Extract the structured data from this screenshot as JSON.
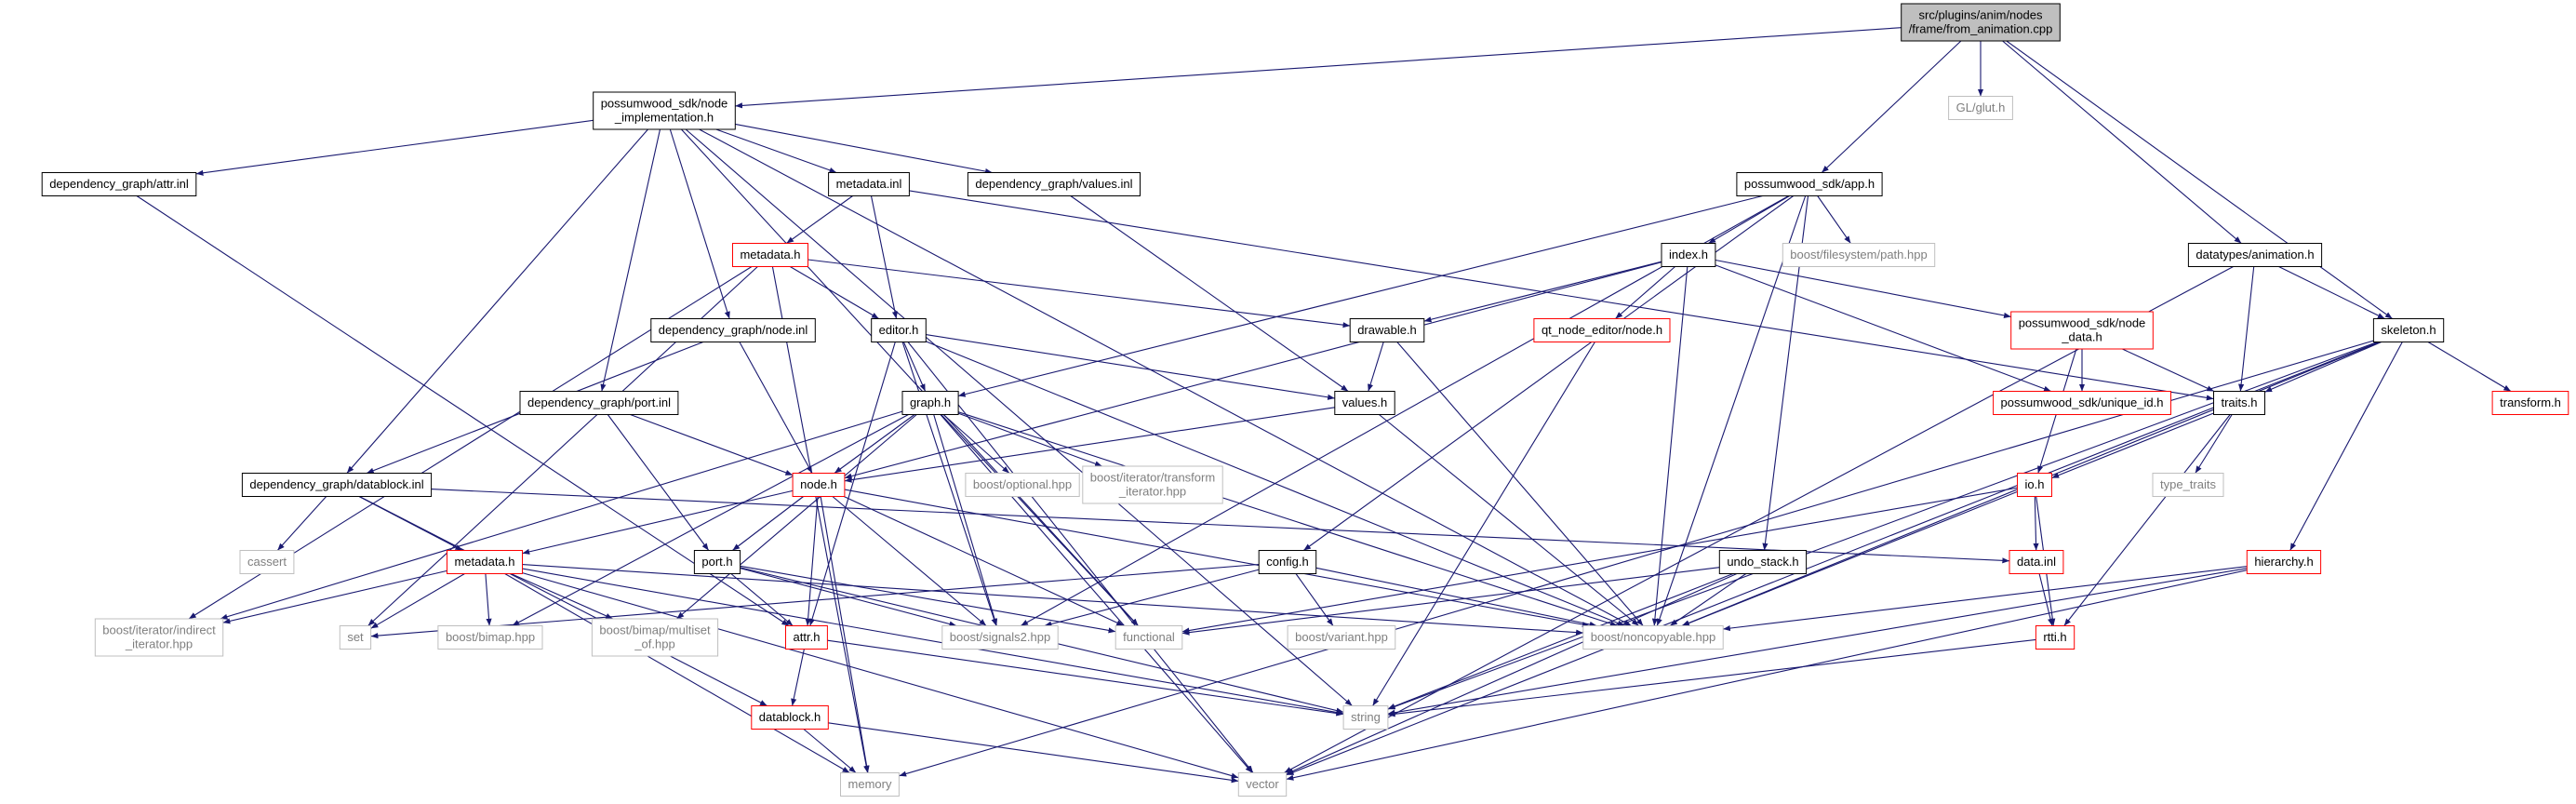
{
  "colors": {
    "edge": "#191970",
    "root_fill": "#bfbfbf",
    "border_normal": "#000000",
    "border_incomplete": "#ff0000",
    "border_external": "#bfbfbf",
    "text_normal": "#000000",
    "text_external": "#7f7f7f"
  },
  "nodes": [
    {
      "id": "root",
      "lines": [
        "src/plugins/anim/nodes",
        "/frame/from_animation.cpp"
      ],
      "style": "root"
    },
    {
      "id": "node_impl",
      "lines": [
        "possumwood_sdk/node",
        "_implementation.h"
      ],
      "style": "normal"
    },
    {
      "id": "gl_glut",
      "lines": [
        "GL/glut.h"
      ],
      "style": "external"
    },
    {
      "id": "attr_inl",
      "lines": [
        "dependency_graph/attr.inl"
      ],
      "style": "normal"
    },
    {
      "id": "metadata_inl",
      "lines": [
        "metadata.inl"
      ],
      "style": "normal"
    },
    {
      "id": "values_inl",
      "lines": [
        "dependency_graph/values.inl"
      ],
      "style": "normal"
    },
    {
      "id": "app_h",
      "lines": [
        "possumwood_sdk/app.h"
      ],
      "style": "normal"
    },
    {
      "id": "boost_fs",
      "lines": [
        "boost/filesystem/path.hpp"
      ],
      "style": "external"
    },
    {
      "id": "anim_h",
      "lines": [
        "datatypes/animation.h"
      ],
      "style": "normal"
    },
    {
      "id": "metadata_h1",
      "lines": [
        "metadata.h"
      ],
      "style": "incomplete"
    },
    {
      "id": "index_h",
      "lines": [
        "index.h"
      ],
      "style": "normal"
    },
    {
      "id": "node_inl",
      "lines": [
        "dependency_graph/node.inl"
      ],
      "style": "normal"
    },
    {
      "id": "editor_h",
      "lines": [
        "editor.h"
      ],
      "style": "normal"
    },
    {
      "id": "drawable_h",
      "lines": [
        "drawable.h"
      ],
      "style": "normal"
    },
    {
      "id": "qt_node",
      "lines": [
        "qt_node_editor/node.h"
      ],
      "style": "incomplete"
    },
    {
      "id": "node_data",
      "lines": [
        "possumwood_sdk/node",
        "_data.h"
      ],
      "style": "incomplete"
    },
    {
      "id": "skeleton_h",
      "lines": [
        "skeleton.h"
      ],
      "style": "normal"
    },
    {
      "id": "port_inl",
      "lines": [
        "dependency_graph/port.inl"
      ],
      "style": "normal"
    },
    {
      "id": "graph_h",
      "lines": [
        "graph.h"
      ],
      "style": "normal"
    },
    {
      "id": "values_h",
      "lines": [
        "values.h"
      ],
      "style": "normal"
    },
    {
      "id": "unique_id",
      "lines": [
        "possumwood_sdk/unique_id.h"
      ],
      "style": "incomplete"
    },
    {
      "id": "traits_h",
      "lines": [
        "traits.h"
      ],
      "style": "normal"
    },
    {
      "id": "transform_h",
      "lines": [
        "transform.h"
      ],
      "style": "incomplete"
    },
    {
      "id": "datablock_inl",
      "lines": [
        "dependency_graph/datablock.inl"
      ],
      "style": "normal"
    },
    {
      "id": "node_h",
      "lines": [
        "node.h"
      ],
      "style": "incomplete"
    },
    {
      "id": "boost_opt",
      "lines": [
        "boost/optional.hpp"
      ],
      "style": "external"
    },
    {
      "id": "boost_transform",
      "lines": [
        "boost/iterator/transform",
        "_iterator.hpp"
      ],
      "style": "external"
    },
    {
      "id": "type_traits",
      "lines": [
        "type_traits"
      ],
      "style": "external"
    },
    {
      "id": "io_h",
      "lines": [
        "io.h"
      ],
      "style": "incomplete"
    },
    {
      "id": "cassert",
      "lines": [
        "cassert"
      ],
      "style": "external"
    },
    {
      "id": "metadata_h2",
      "lines": [
        "metadata.h"
      ],
      "style": "incomplete"
    },
    {
      "id": "port_h",
      "lines": [
        "port.h"
      ],
      "style": "normal"
    },
    {
      "id": "config_h",
      "lines": [
        "config.h"
      ],
      "style": "normal"
    },
    {
      "id": "undo_stack",
      "lines": [
        "undo_stack.h"
      ],
      "style": "normal"
    },
    {
      "id": "data_inl",
      "lines": [
        "data.inl"
      ],
      "style": "incomplete"
    },
    {
      "id": "hierarchy_h",
      "lines": [
        "hierarchy.h"
      ],
      "style": "incomplete"
    },
    {
      "id": "boost_indirect",
      "lines": [
        "boost/iterator/indirect",
        "_iterator.hpp"
      ],
      "style": "external"
    },
    {
      "id": "set",
      "lines": [
        "set"
      ],
      "style": "external"
    },
    {
      "id": "boost_bimap",
      "lines": [
        "boost/bimap.hpp"
      ],
      "style": "external"
    },
    {
      "id": "boost_multiset",
      "lines": [
        "boost/bimap/multiset",
        "_of.hpp"
      ],
      "style": "external"
    },
    {
      "id": "attr_h",
      "lines": [
        "attr.h"
      ],
      "style": "incomplete"
    },
    {
      "id": "boost_signals",
      "lines": [
        "boost/signals2.hpp"
      ],
      "style": "external"
    },
    {
      "id": "functional",
      "lines": [
        "functional"
      ],
      "style": "external"
    },
    {
      "id": "boost_variant",
      "lines": [
        "boost/variant.hpp"
      ],
      "style": "external"
    },
    {
      "id": "boost_noncopy",
      "lines": [
        "boost/noncopyable.hpp"
      ],
      "style": "external"
    },
    {
      "id": "rtti_h",
      "lines": [
        "rtti.h"
      ],
      "style": "incomplete"
    },
    {
      "id": "string",
      "lines": [
        "string"
      ],
      "style": "external"
    },
    {
      "id": "datablock_h",
      "lines": [
        "datablock.h"
      ],
      "style": "incomplete"
    },
    {
      "id": "memory",
      "lines": [
        "memory"
      ],
      "style": "external"
    },
    {
      "id": "vector",
      "lines": [
        "vector"
      ],
      "style": "external"
    }
  ],
  "edges": [
    [
      "root",
      "node_impl"
    ],
    [
      "root",
      "gl_glut"
    ],
    [
      "root",
      "app_h"
    ],
    [
      "root",
      "anim_h"
    ],
    [
      "root",
      "skeleton_h"
    ],
    [
      "node_impl",
      "attr_inl"
    ],
    [
      "node_impl",
      "metadata_inl"
    ],
    [
      "node_impl",
      "values_inl"
    ],
    [
      "node_impl",
      "node_inl"
    ],
    [
      "node_impl",
      "port_inl"
    ],
    [
      "node_impl",
      "datablock_inl"
    ],
    [
      "node_impl",
      "functional"
    ],
    [
      "node_impl",
      "boost_noncopy"
    ],
    [
      "node_impl",
      "string"
    ],
    [
      "metadata_inl",
      "metadata_h1"
    ],
    [
      "metadata_inl",
      "editor_h"
    ],
    [
      "metadata_inl",
      "traits_h"
    ],
    [
      "values_inl",
      "values_h"
    ],
    [
      "attr_inl",
      "attr_h"
    ],
    [
      "metadata_h1",
      "editor_h"
    ],
    [
      "metadata_h1",
      "drawable_h"
    ],
    [
      "metadata_h1",
      "boost_indirect"
    ],
    [
      "metadata_h1",
      "set"
    ],
    [
      "metadata_h1",
      "memory"
    ],
    [
      "app_h",
      "boost_fs"
    ],
    [
      "app_h",
      "index_h"
    ],
    [
      "app_h",
      "graph_h"
    ],
    [
      "app_h",
      "config_h"
    ],
    [
      "app_h",
      "undo_stack"
    ],
    [
      "app_h",
      "boost_noncopy"
    ],
    [
      "app_h",
      "boost_signals"
    ],
    [
      "index_h",
      "drawable_h"
    ],
    [
      "index_h",
      "qt_node"
    ],
    [
      "index_h",
      "node_data"
    ],
    [
      "index_h",
      "unique_id"
    ],
    [
      "index_h",
      "node_h"
    ],
    [
      "index_h",
      "boost_noncopy"
    ],
    [
      "anim_h",
      "skeleton_h"
    ],
    [
      "anim_h",
      "traits_h"
    ],
    [
      "anim_h",
      "vector"
    ],
    [
      "node_inl",
      "datablock_inl"
    ],
    [
      "node_inl",
      "node_h"
    ],
    [
      "port_inl",
      "node_h"
    ],
    [
      "port_inl",
      "port_h"
    ],
    [
      "editor_h",
      "graph_h"
    ],
    [
      "editor_h",
      "values_h"
    ],
    [
      "editor_h",
      "attr_h"
    ],
    [
      "editor_h",
      "boost_signals"
    ],
    [
      "editor_h",
      "boost_noncopy"
    ],
    [
      "editor_h",
      "vector"
    ],
    [
      "drawable_h",
      "values_h"
    ],
    [
      "drawable_h",
      "boost_noncopy"
    ],
    [
      "qt_node",
      "string"
    ],
    [
      "node_data",
      "unique_id"
    ],
    [
      "node_data",
      "traits_h"
    ],
    [
      "node_data",
      "io_h"
    ],
    [
      "skeleton_h",
      "traits_h"
    ],
    [
      "skeleton_h",
      "transform_h"
    ],
    [
      "skeleton_h",
      "hierarchy_h"
    ],
    [
      "skeleton_h",
      "boost_noncopy"
    ],
    [
      "skeleton_h",
      "string"
    ],
    [
      "skeleton_h",
      "vector"
    ],
    [
      "skeleton_h",
      "memory"
    ],
    [
      "graph_h",
      "node_h"
    ],
    [
      "graph_h",
      "boost_opt"
    ],
    [
      "graph_h",
      "boost_transform"
    ],
    [
      "graph_h",
      "boost_indirect"
    ],
    [
      "graph_h",
      "boost_bimap"
    ],
    [
      "graph_h",
      "boost_multiset"
    ],
    [
      "graph_h",
      "boost_signals"
    ],
    [
      "graph_h",
      "functional"
    ],
    [
      "graph_h",
      "boost_noncopy"
    ],
    [
      "graph_h",
      "vector"
    ],
    [
      "values_h",
      "node_h"
    ],
    [
      "values_h",
      "boost_noncopy"
    ],
    [
      "traits_h",
      "type_traits"
    ],
    [
      "traits_h",
      "io_h"
    ],
    [
      "traits_h",
      "rtti_h"
    ],
    [
      "datablock_inl",
      "metadata_h2"
    ],
    [
      "datablock_inl",
      "cassert"
    ],
    [
      "datablock_inl",
      "data_inl"
    ],
    [
      "datablock_inl",
      "datablock_h"
    ],
    [
      "node_h",
      "metadata_h2"
    ],
    [
      "node_h",
      "port_h"
    ],
    [
      "node_h",
      "attr_h"
    ],
    [
      "node_h",
      "boost_signals"
    ],
    [
      "node_h",
      "functional"
    ],
    [
      "node_h",
      "memory"
    ],
    [
      "node_h",
      "boost_noncopy"
    ],
    [
      "io_h",
      "data_inl"
    ],
    [
      "io_h",
      "rtti_h"
    ],
    [
      "io_h",
      "functional"
    ],
    [
      "io_h",
      "boost_noncopy"
    ],
    [
      "metadata_h2",
      "boost_indirect"
    ],
    [
      "metadata_h2",
      "set"
    ],
    [
      "metadata_h2",
      "boost_bimap"
    ],
    [
      "metadata_h2",
      "boost_multiset"
    ],
    [
      "metadata_h2",
      "string"
    ],
    [
      "metadata_h2",
      "vector"
    ],
    [
      "metadata_h2",
      "memory"
    ],
    [
      "metadata_h2",
      "boost_noncopy"
    ],
    [
      "port_h",
      "attr_h"
    ],
    [
      "port_h",
      "boost_signals"
    ],
    [
      "port_h",
      "functional"
    ],
    [
      "port_h",
      "string"
    ],
    [
      "config_h",
      "boost_variant"
    ],
    [
      "config_h",
      "boost_signals"
    ],
    [
      "config_h",
      "boost_noncopy"
    ],
    [
      "config_h",
      "set"
    ],
    [
      "undo_stack",
      "functional"
    ],
    [
      "undo_stack",
      "string"
    ],
    [
      "undo_stack",
      "vector"
    ],
    [
      "undo_stack",
      "boost_noncopy"
    ],
    [
      "data_inl",
      "rtti_h"
    ],
    [
      "hierarchy_h",
      "boost_noncopy"
    ],
    [
      "hierarchy_h",
      "string"
    ],
    [
      "hierarchy_h",
      "vector"
    ],
    [
      "attr_h",
      "datablock_h"
    ],
    [
      "attr_h",
      "string"
    ],
    [
      "rtti_h",
      "string"
    ],
    [
      "datablock_h",
      "memory"
    ],
    [
      "datablock_h",
      "vector"
    ]
  ]
}
